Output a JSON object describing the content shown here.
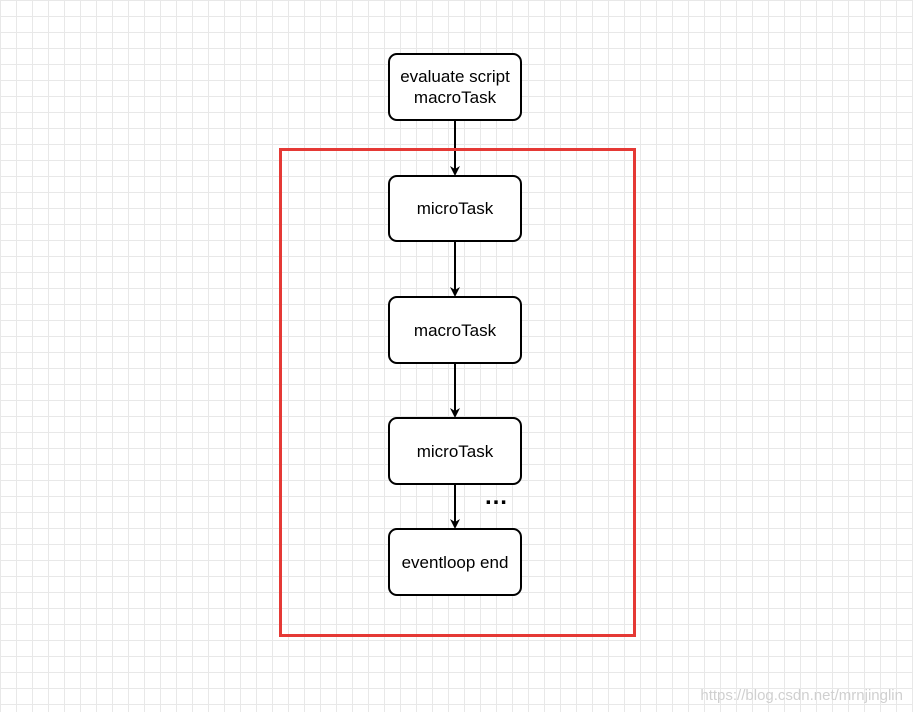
{
  "diagram": {
    "nodes": [
      {
        "id": "n1",
        "label": "evaluate script\nmacroTask"
      },
      {
        "id": "n2",
        "label": "microTask"
      },
      {
        "id": "n3",
        "label": "macroTask"
      },
      {
        "id": "n4",
        "label": "microTask"
      },
      {
        "id": "n5",
        "label": "eventloop end"
      }
    ],
    "edges": [
      {
        "from": "n1",
        "to": "n2"
      },
      {
        "from": "n2",
        "to": "n3"
      },
      {
        "from": "n3",
        "to": "n4"
      },
      {
        "from": "n4",
        "to": "n5"
      }
    ],
    "continuation": "…",
    "highlight_color": "#e53935"
  },
  "watermark": "https://blog.csdn.net/mrnjinglin"
}
